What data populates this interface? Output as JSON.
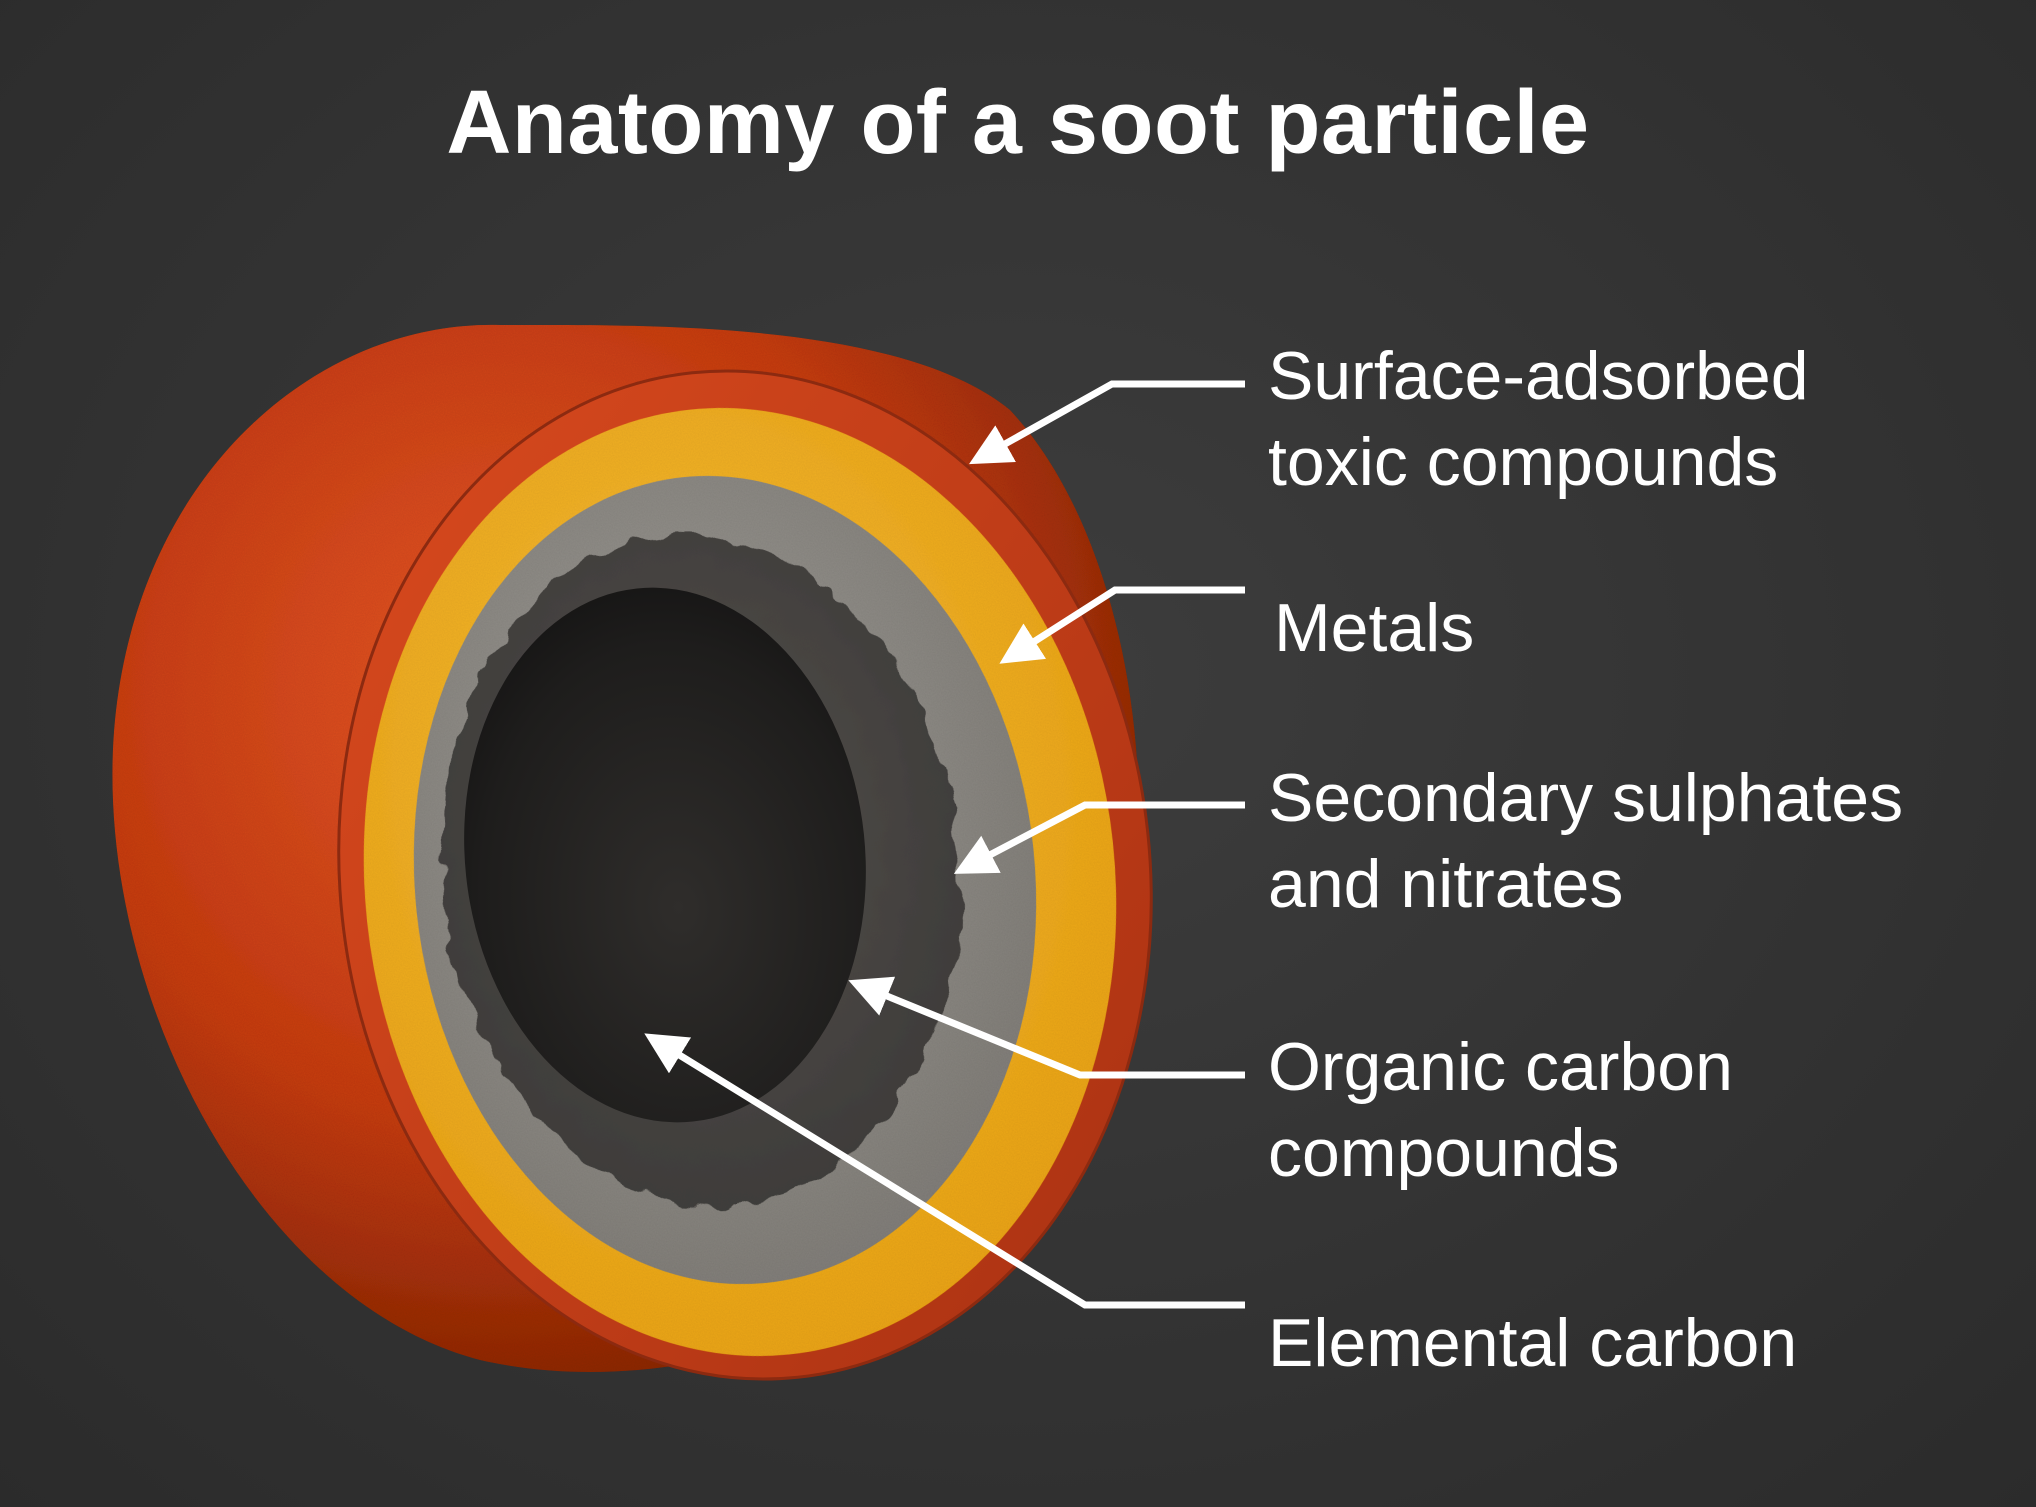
{
  "title": "Anatomy of a soot particle",
  "layers": [
    {
      "id": "surface",
      "lines": [
        "Surface-adsorbed",
        "toxic compounds"
      ],
      "color": "#d2401a"
    },
    {
      "id": "metals",
      "lines": [
        "Metals"
      ],
      "color": "#f4ad1d"
    },
    {
      "id": "sulphates",
      "lines": [
        "Secondary sulphates",
        "and nitrates"
      ],
      "color": "#8f8c86"
    },
    {
      "id": "organic",
      "lines": [
        "Organic carbon",
        "compounds"
      ],
      "color": "#454341"
    },
    {
      "id": "elemental",
      "lines": [
        "Elemental carbon"
      ],
      "color": "#1f1e1d"
    }
  ]
}
